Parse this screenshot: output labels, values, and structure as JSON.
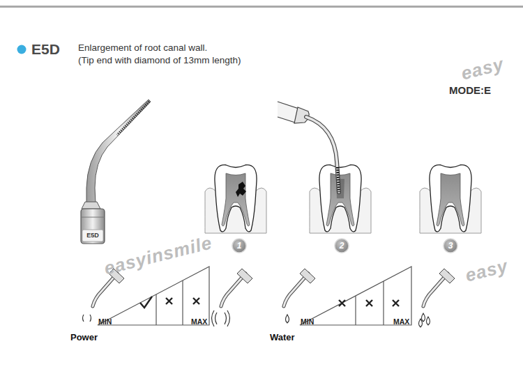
{
  "diagram": {
    "title": "E5D",
    "nodes": [
      {
        "text": [
          "1"
        ]
      },
      {
        "text": [
          "2"
        ]
      },
      {
        "text": [
          "3"
        ]
      }
    ],
    "labels": [
      "Enlargement of root canal wall.",
      "(Tip end with diamond of 13mm length)",
      "MODE:E",
      "E5D",
      "MIN",
      "MAX",
      "Power",
      "MIN",
      "MAX",
      "Water",
      "easy",
      "easyinsmile",
      "easy"
    ]
  }
}
